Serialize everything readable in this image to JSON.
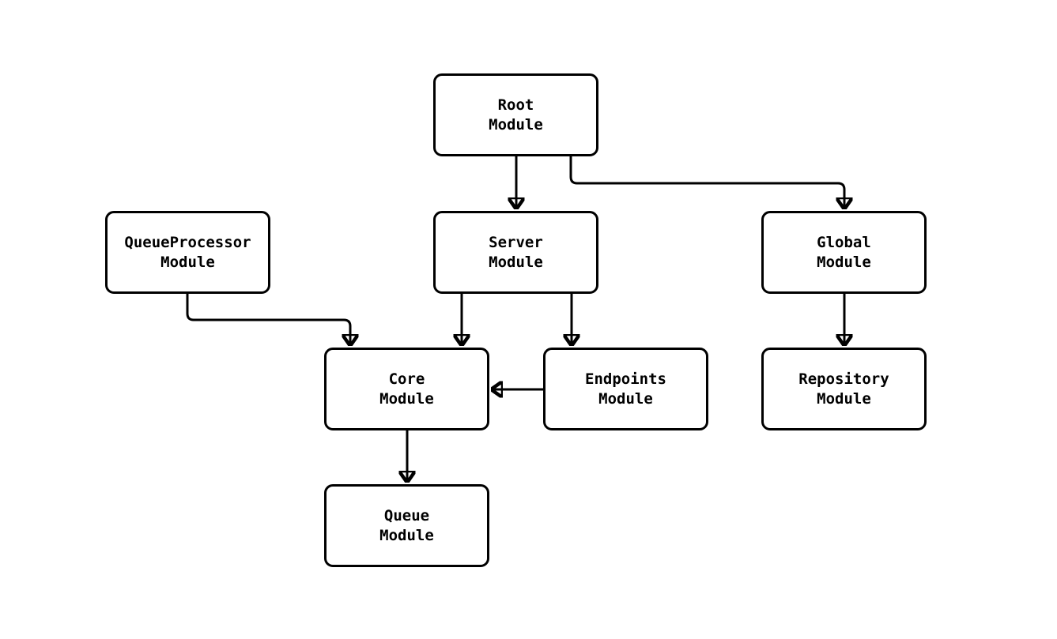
{
  "diagram": {
    "type": "module-dependency-flowchart",
    "background_color": "#ffffff",
    "node_fill_color": "#ffffff",
    "node_border_color": "#000000",
    "edge_color": "#000000",
    "text_color": "#000000",
    "nodes": [
      {
        "id": "root-module",
        "line1": "Root",
        "line2": "Module"
      },
      {
        "id": "server-module",
        "line1": "Server",
        "line2": "Module"
      },
      {
        "id": "global-module",
        "line1": "Global",
        "line2": "Module"
      },
      {
        "id": "queueprocessor-module",
        "line1": "QueueProcessor",
        "line2": "Module"
      },
      {
        "id": "core-module",
        "line1": "Core",
        "line2": "Module"
      },
      {
        "id": "endpoints-module",
        "line1": "Endpoints",
        "line2": "Module"
      },
      {
        "id": "repository-module",
        "line1": "Repository",
        "line2": "Module"
      },
      {
        "id": "queue-module",
        "line1": "Queue",
        "line2": "Module"
      }
    ],
    "edges": [
      {
        "from": "Root Module",
        "to": "Server Module"
      },
      {
        "from": "Root Module",
        "to": "Global Module"
      },
      {
        "from": "Server Module",
        "to": "Core Module"
      },
      {
        "from": "Server Module",
        "to": "Endpoints Module"
      },
      {
        "from": "QueueProcessor Module",
        "to": "Core Module"
      },
      {
        "from": "Endpoints Module",
        "to": "Core Module"
      },
      {
        "from": "Global Module",
        "to": "Repository Module"
      },
      {
        "from": "Core Module",
        "to": "Queue Module"
      }
    ]
  }
}
